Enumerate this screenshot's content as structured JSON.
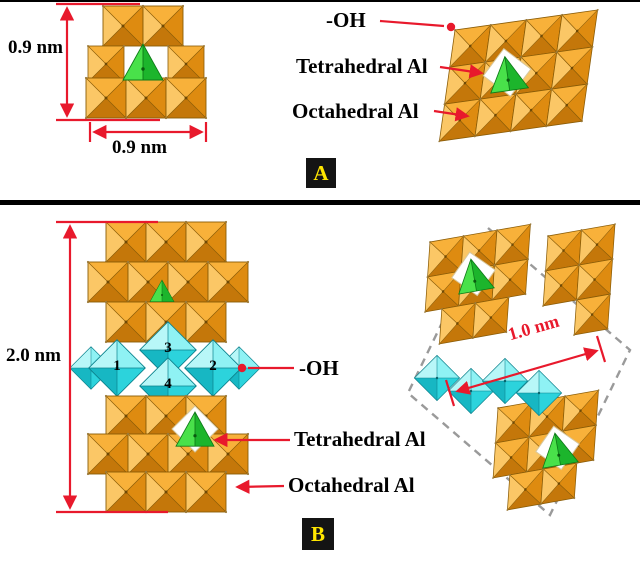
{
  "figure": {
    "panel_a": {
      "label": "A",
      "dim_height": "0.9 nm",
      "dim_width": "0.9 nm",
      "legend": {
        "oh": "-OH",
        "tetrahedral": "Tetrahedral Al",
        "octahedral": "Octahedral Al"
      }
    },
    "panel_b": {
      "label": "B",
      "dim_height": "2.0 nm",
      "dim_width": "1.0 nm",
      "site_numbers": [
        "1",
        "2",
        "3",
        "4"
      ],
      "legend": {
        "oh": "-OH",
        "tetrahedral": "Tetrahedral Al",
        "octahedral": "Octahedral Al"
      }
    },
    "colors": {
      "octahedral_al_orange": "#E8920E",
      "tetrahedral_al_green": "#2FD32F",
      "octahedral_al_cyan": "#2CD3DC",
      "annotation_red": "#E8192C",
      "unit_cell_dash_gray": "#9A9A9A",
      "panel_label_bg": "#141414",
      "panel_label_text": "#FFE600"
    }
  }
}
